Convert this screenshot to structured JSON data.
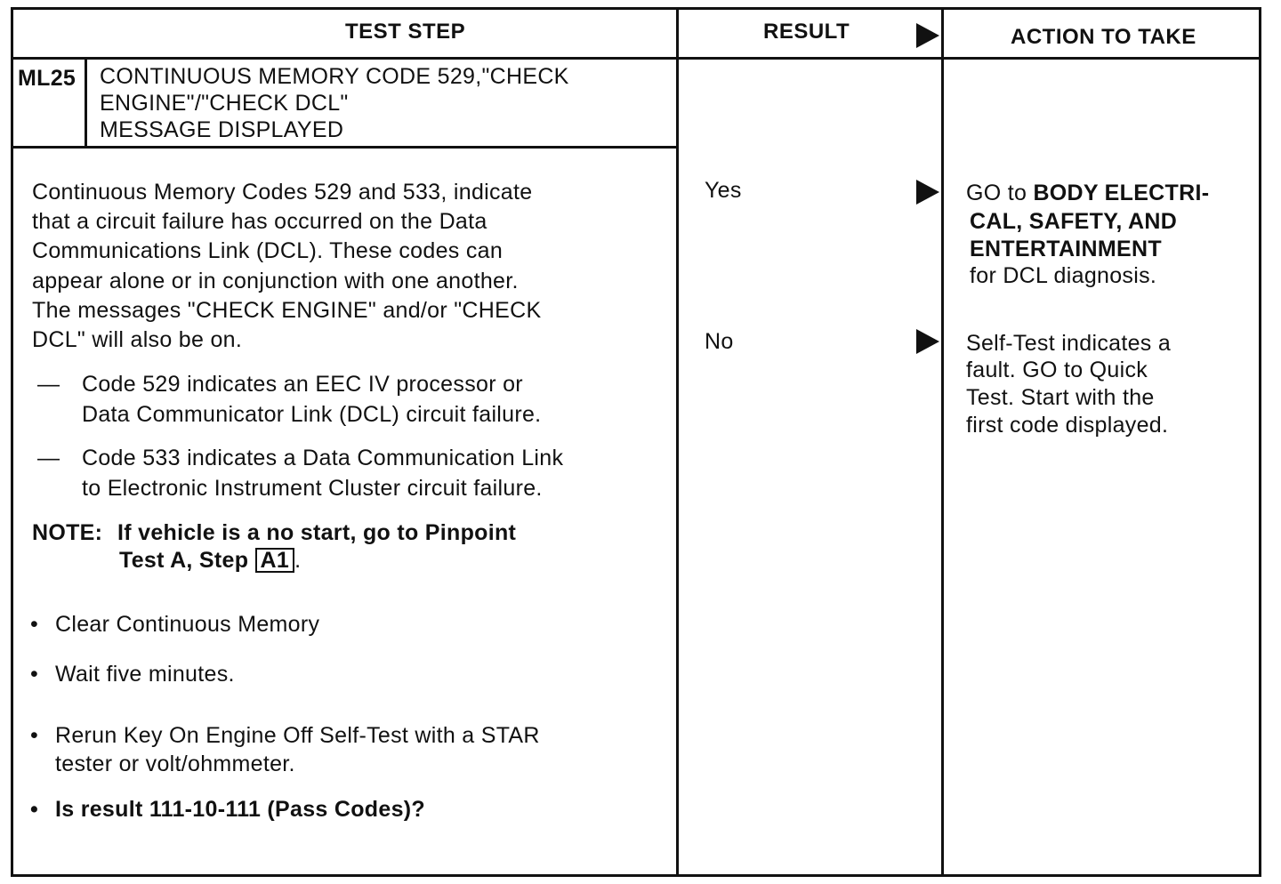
{
  "header": {
    "test_step": "TEST STEP",
    "result": "RESULT",
    "action": "ACTION TO TAKE"
  },
  "step": {
    "id": "ML25",
    "title_lines": [
      "CONTINUOUS MEMORY CODE 529,\"CHECK",
      "ENGINE\"/\"CHECK DCL\"",
      "MESSAGE DISPLAYED"
    ]
  },
  "body": {
    "intro_lines": [
      "Continuous Memory Codes 529 and 533, indicate",
      "that a circuit failure has occurred on the Data",
      "Communications Link (DCL). These codes can",
      "appear alone or in conjunction with one another.",
      "The messages \"CHECK ENGINE\" and/or \"CHECK",
      "DCL\" will also be on."
    ],
    "dash": "—",
    "dash_items": [
      [
        "Code 529 indicates an EEC IV processor or",
        "Data Communicator Link (DCL) circuit failure."
      ],
      [
        "Code 533 indicates a Data Communication Link",
        "to Electronic Instrument Cluster circuit failure."
      ]
    ],
    "note_label": "NOTE:",
    "note_line1": "If vehicle is a no start, go to Pinpoint",
    "note_line2_prefix": "Test A, Step",
    "note_step": "A1",
    "note_suffix": ".",
    "bullet": "•",
    "bullets": [
      "Clear Continuous Memory",
      "Wait five minutes.",
      "Rerun Key On Engine Off Self-Test with a STAR",
      "tester or volt/ohmmeter.",
      "Is result 111-10-111 (Pass Codes)?"
    ]
  },
  "results": {
    "yes": "Yes",
    "no": "No"
  },
  "actions": {
    "yes_lines": [
      "GO to ",
      "BODY ELECTRI-",
      "CAL, SAFETY, AND",
      "ENTERTAINMENT",
      "for DCL diagnosis."
    ],
    "no_lines": [
      "Self-Test indicates a",
      "fault. GO to Quick",
      "Test. Start with the",
      "first code displayed."
    ]
  }
}
